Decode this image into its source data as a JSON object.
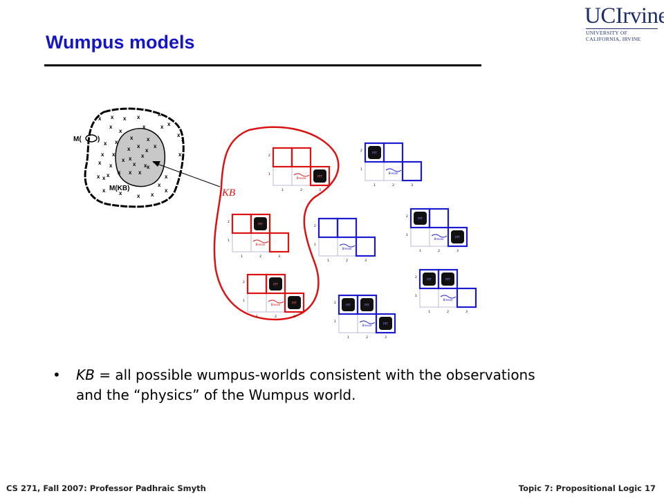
{
  "slide": {
    "title": "Wumpus models",
    "bullet": {
      "symbol": "•",
      "prefix": "KB",
      "text": " = all possible wumpus-worlds consistent with the observations and the “physics” of the Wumpus world."
    }
  },
  "logo": {
    "main": "UCIrvine",
    "sub": "UNIVERSITY OF CALIFORNIA, IRVINE"
  },
  "figure": {
    "label_m_alpha": "M(",
    "label_m_alpha_close": ")",
    "label_m_kb": "M(KB)",
    "label_kb": "KB",
    "mark": "x",
    "row_labels": [
      "1",
      "2"
    ],
    "col_labels": [
      "1",
      "2",
      "3"
    ],
    "pit_label": "PIT",
    "breeze_label": "Breeze",
    "colors": {
      "kb_outline": "#dd1111",
      "other_outline": "#1a1ad0",
      "title": "#1515c8"
    }
  },
  "footer": {
    "left": "CS 271, Fall 2007: Professor Padhraic Smyth",
    "right": "Topic 7: Propositional Logic 17"
  }
}
